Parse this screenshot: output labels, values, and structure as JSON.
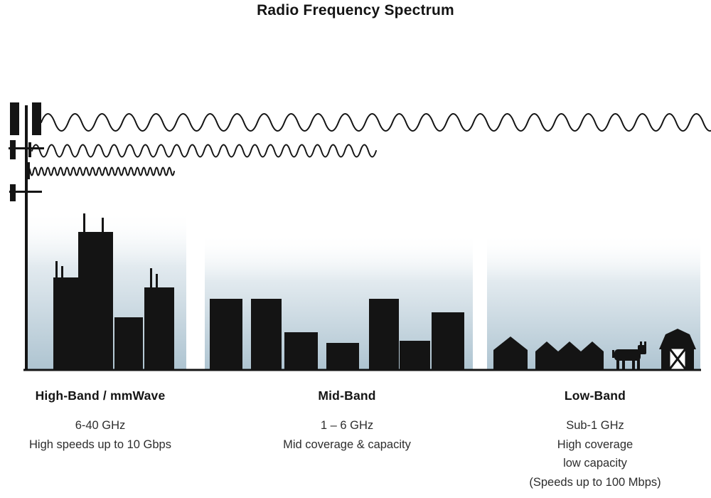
{
  "title": "Radio Frequency Spectrum",
  "bands": [
    {
      "name": "High-Band / mmWave",
      "details": [
        "6-40 GHz",
        "High speeds up to 10 Gbps"
      ]
    },
    {
      "name": "Mid-Band",
      "details": [
        "1 – 6 GHz",
        "Mid coverage & capacity"
      ]
    },
    {
      "name": "Low-Band",
      "details": [
        "Sub-1 GHz",
        "High coverage",
        "low capacity",
        "(Speeds up to 100 Mbps)"
      ]
    }
  ],
  "illustrations": {
    "tower": "cell-tower-icon",
    "waves": [
      "low-frequency-long-wave",
      "mid-frequency-medium-wave",
      "high-frequency-short-wave"
    ],
    "scenes": [
      "city-skyscrapers-silhouette",
      "mid-rise-buildings-silhouette",
      "houses-cow-barn-silhouette"
    ]
  },
  "colors": {
    "silhouette": "#141414",
    "sky_top": "#ffffff",
    "sky_bottom": "#aec4d1",
    "background": "#ffffff",
    "text": "#2d2d2d"
  }
}
